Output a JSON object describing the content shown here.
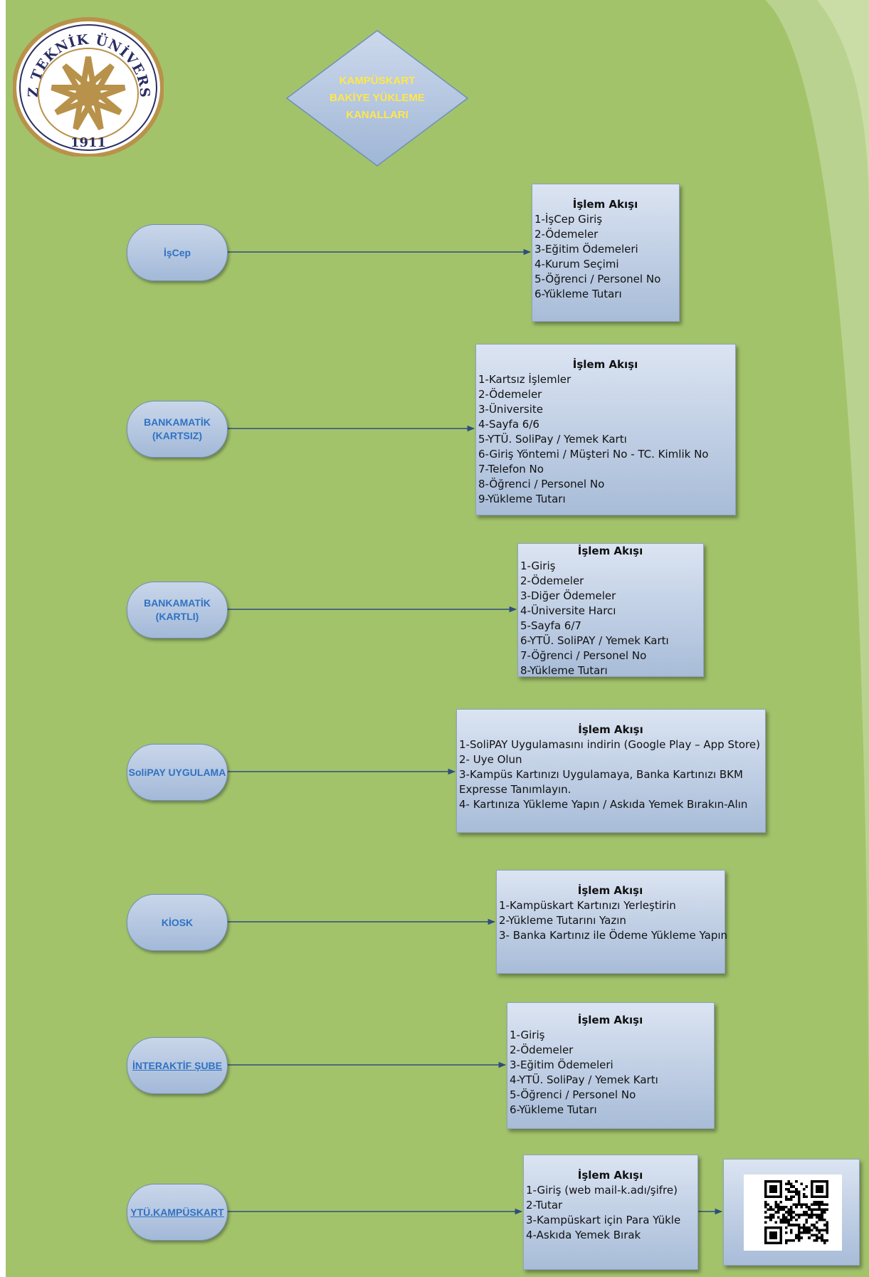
{
  "logo": {
    "text_top": "YILDIZ TEKNİK ÜNİVERSİTESİ",
    "year": "1911",
    "colors": {
      "gold": "#b8924a",
      "navy": "#2a2e63"
    }
  },
  "title": "KAMPÜSKART\nBAKİYE YÜKLEME\nKANALLARI",
  "channels": [
    {
      "label": "İşCep",
      "underline": false,
      "flow": {
        "heading": "İşlem Akışı",
        "steps": [
          "1-İşCep Giriş",
          "2-Ödemeler",
          "3-Eğitim Ödemeleri",
          "4-Kurum Seçimi",
          "5-Öğrenci / Personel No",
          "6-Yükleme Tutarı"
        ]
      }
    },
    {
      "label": "BANKAMATİK\n(KARTSIZ)",
      "underline": false,
      "flow": {
        "heading": "İşlem Akışı",
        "steps": [
          "1-Kartsız İşlemler",
          "2-Ödemeler",
          "3-Üniversite",
          "4-Sayfa 6/6",
          "5-YTÜ. SoliPay / Yemek Kartı",
          "6-Giriş Yöntemi / Müşteri No - TC. Kimlik No",
          "7-Telefon No",
          "8-Öğrenci / Personel No",
          "9-Yükleme Tutarı"
        ]
      }
    },
    {
      "label": "BANKAMATİK\n(KARTLI)",
      "underline": false,
      "flow": {
        "heading": "İşlem Akışı",
        "steps": [
          "1-Giriş",
          "2-Ödemeler",
          "3-Diğer Ödemeler",
          "4-Üniversite Harcı",
          "5-Sayfa 6/7",
          "6-YTÜ. SoliPAY / Yemek Kartı",
          "7-Öğrenci / Personel No",
          "8-Yükleme Tutarı"
        ]
      }
    },
    {
      "label": "SoliPAY UYGULAMA",
      "underline": false,
      "flow": {
        "heading": "İşlem Akışı",
        "steps": [
          "1-SoliPAY Uygulamasını indirin (Google Play – App Store)",
          "2- Uye Olun",
          "3-Kampüs Kartınızı Uygulamaya, Banka Kartınızı BKM Expresse Tanımlayın.",
          "4- Kartınıza Yükleme Yapın / Askıda Yemek Bırakın-Alın"
        ]
      }
    },
    {
      "label": "KİOSK",
      "underline": false,
      "flow": {
        "heading": "İşlem Akışı",
        "steps": [
          "1-Kampüskart Kartınızı Yerleştirin",
          "2-Yükleme Tutarını Yazın",
          "3- Banka Kartınız ile Ödeme Yükleme Yapın"
        ]
      }
    },
    {
      "label": "İNTERAKTİF ŞUBE",
      "underline": true,
      "flow": {
        "heading": "İşlem Akışı",
        "steps": [
          "1-Giriş",
          "2-Ödemeler",
          "3-Eğitim Ödemeleri",
          "4-YTÜ. SoliPay / Yemek Kartı",
          "5-Öğrenci / Personel No",
          "6-Yükleme Tutarı"
        ]
      }
    },
    {
      "label": "YTÜ.KAMPÜSKART",
      "underline": true,
      "flow": {
        "heading": "İşlem Akışı",
        "steps": [
          "1-Giriş (web mail-k.adı/şifre)",
          "2-Tutar",
          "3-Kampüskart için Para Yükle",
          "4-Askıda Yemek Bırak"
        ]
      }
    }
  ],
  "qr_code": {
    "icon": "qr-code-icon"
  },
  "colors": {
    "background": "#a3c36b",
    "pill_text": "#2f72c4",
    "title_text": "#ffe74a",
    "connector": "#2e4e7e"
  }
}
